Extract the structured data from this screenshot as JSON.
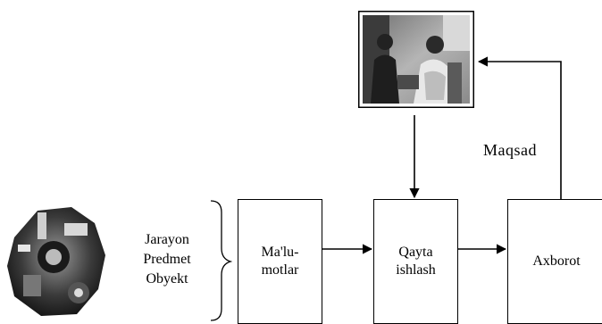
{
  "left_labels": [
    "Jarayon",
    "Predmet",
    "Obyekt"
  ],
  "boxes": {
    "data": "Ma'lu-\nmotlar",
    "processing": "Qayta\nishlash",
    "information": "Axborot"
  },
  "goal_label": "Maqsad"
}
